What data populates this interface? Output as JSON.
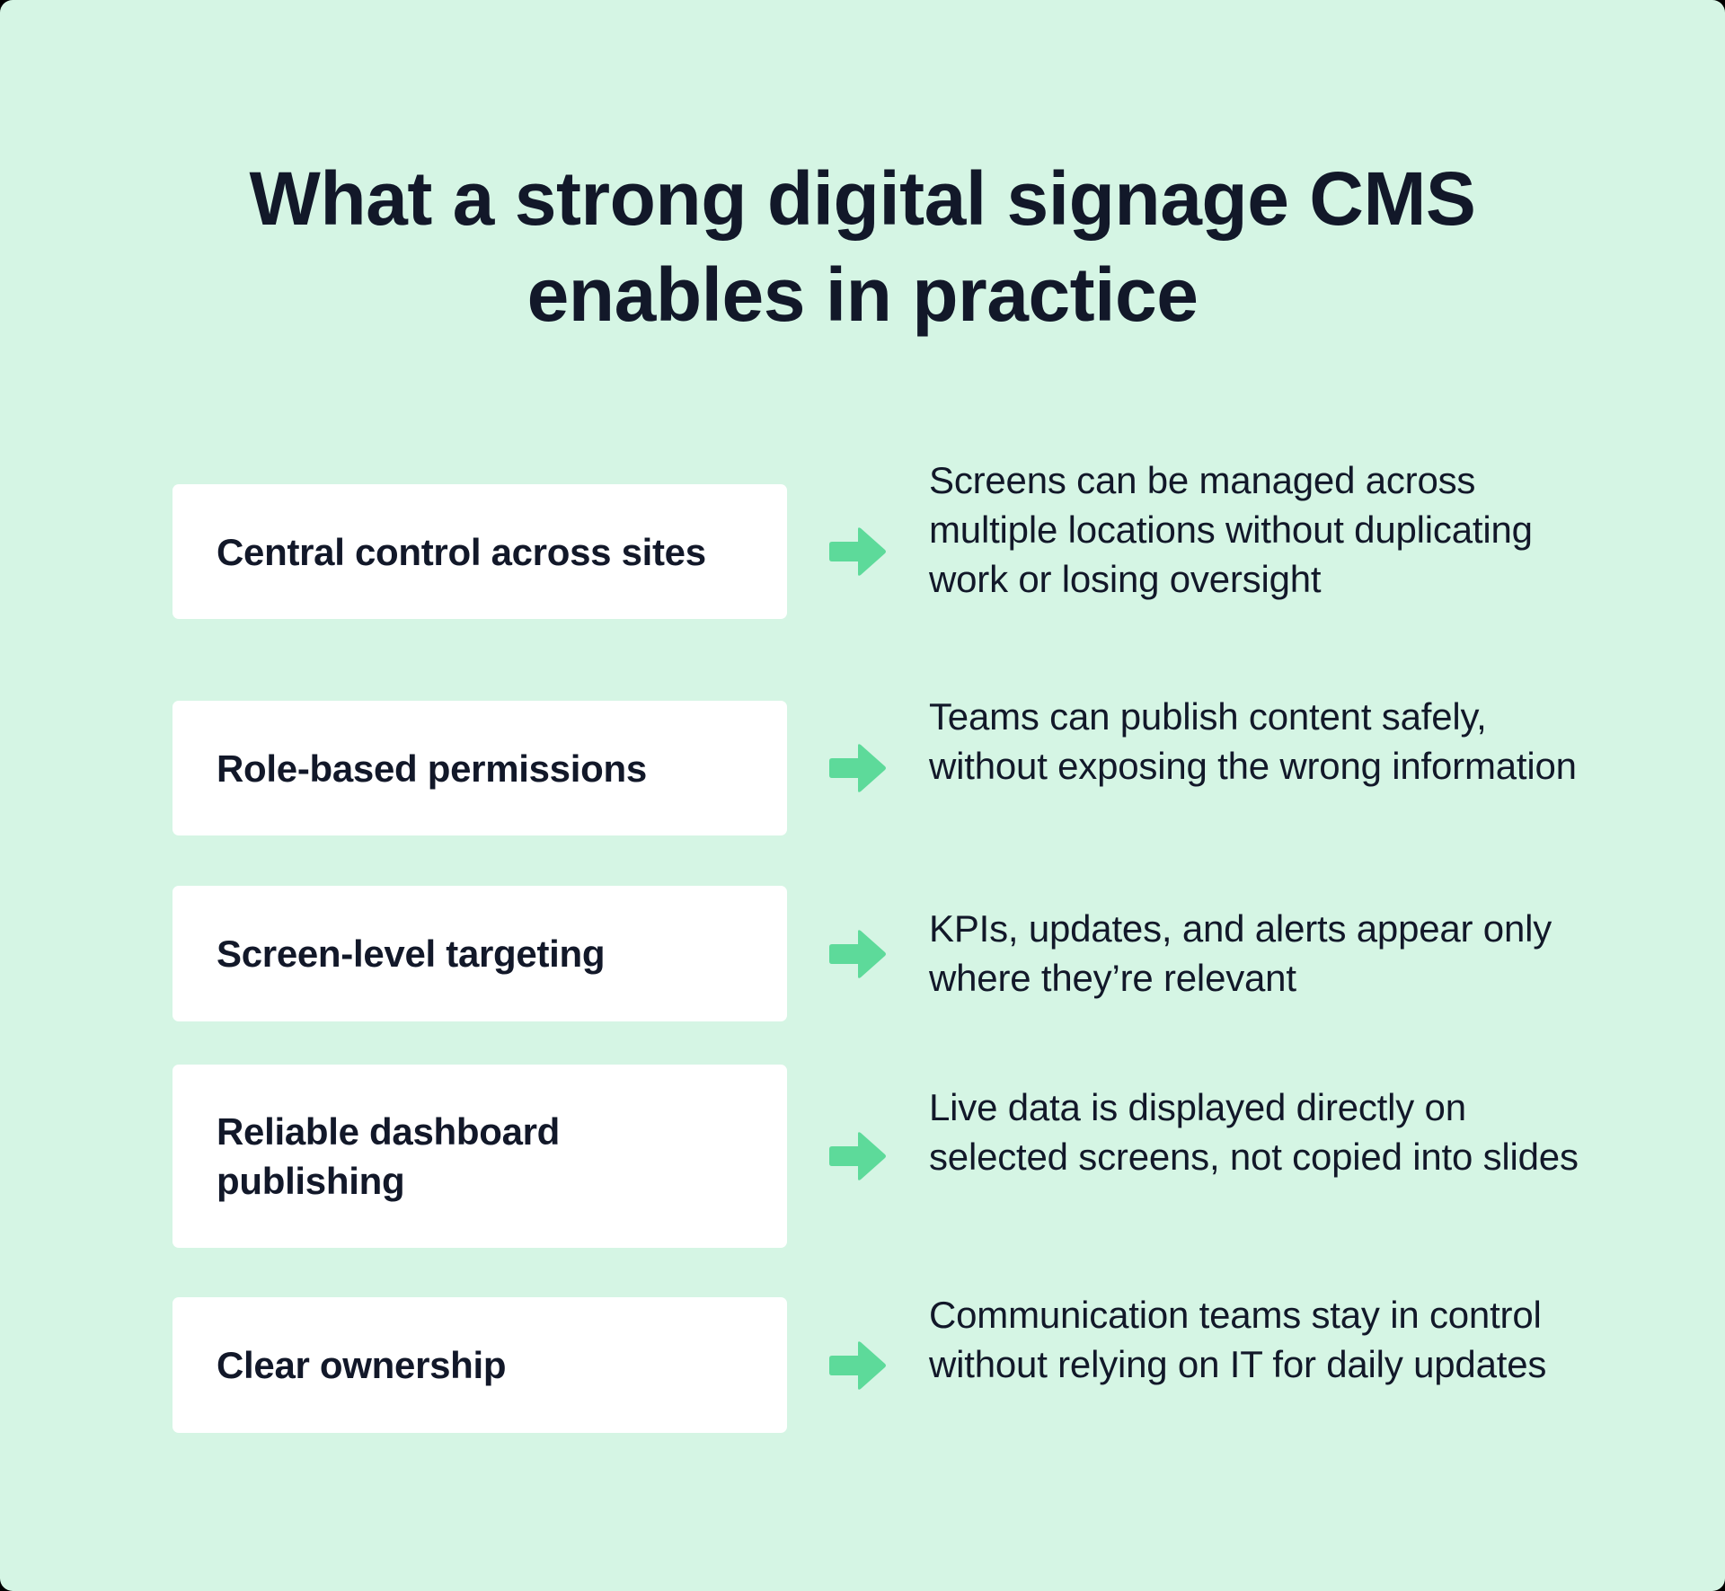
{
  "title": {
    "line1": "What a strong digital signage CMS",
    "line2": "enables in practice"
  },
  "colors": {
    "background": "#D5F5E4",
    "card": "#FFFFFF",
    "text": "#121829",
    "arrow": "#5DDA9A"
  },
  "rows": [
    {
      "label": "Central control across sites",
      "icon": "arrow-right-icon",
      "description": "Screens can be managed across multiple locations without duplicating work or losing oversight"
    },
    {
      "label": "Role-based permissions",
      "icon": "arrow-right-icon",
      "description": "Teams can publish content safely, without exposing the wrong information"
    },
    {
      "label": "Screen-level targeting",
      "icon": "arrow-right-icon",
      "description": "KPIs, updates, and alerts appear only where they’re relevant"
    },
    {
      "label": "Reliable dashboard publishing",
      "icon": "arrow-right-icon",
      "description": "Live data is displayed directly on selected screens, not copied into slides"
    },
    {
      "label": "Clear ownership",
      "icon": "arrow-right-icon",
      "description": "Communication teams stay in control without relying on IT for daily updates"
    }
  ]
}
